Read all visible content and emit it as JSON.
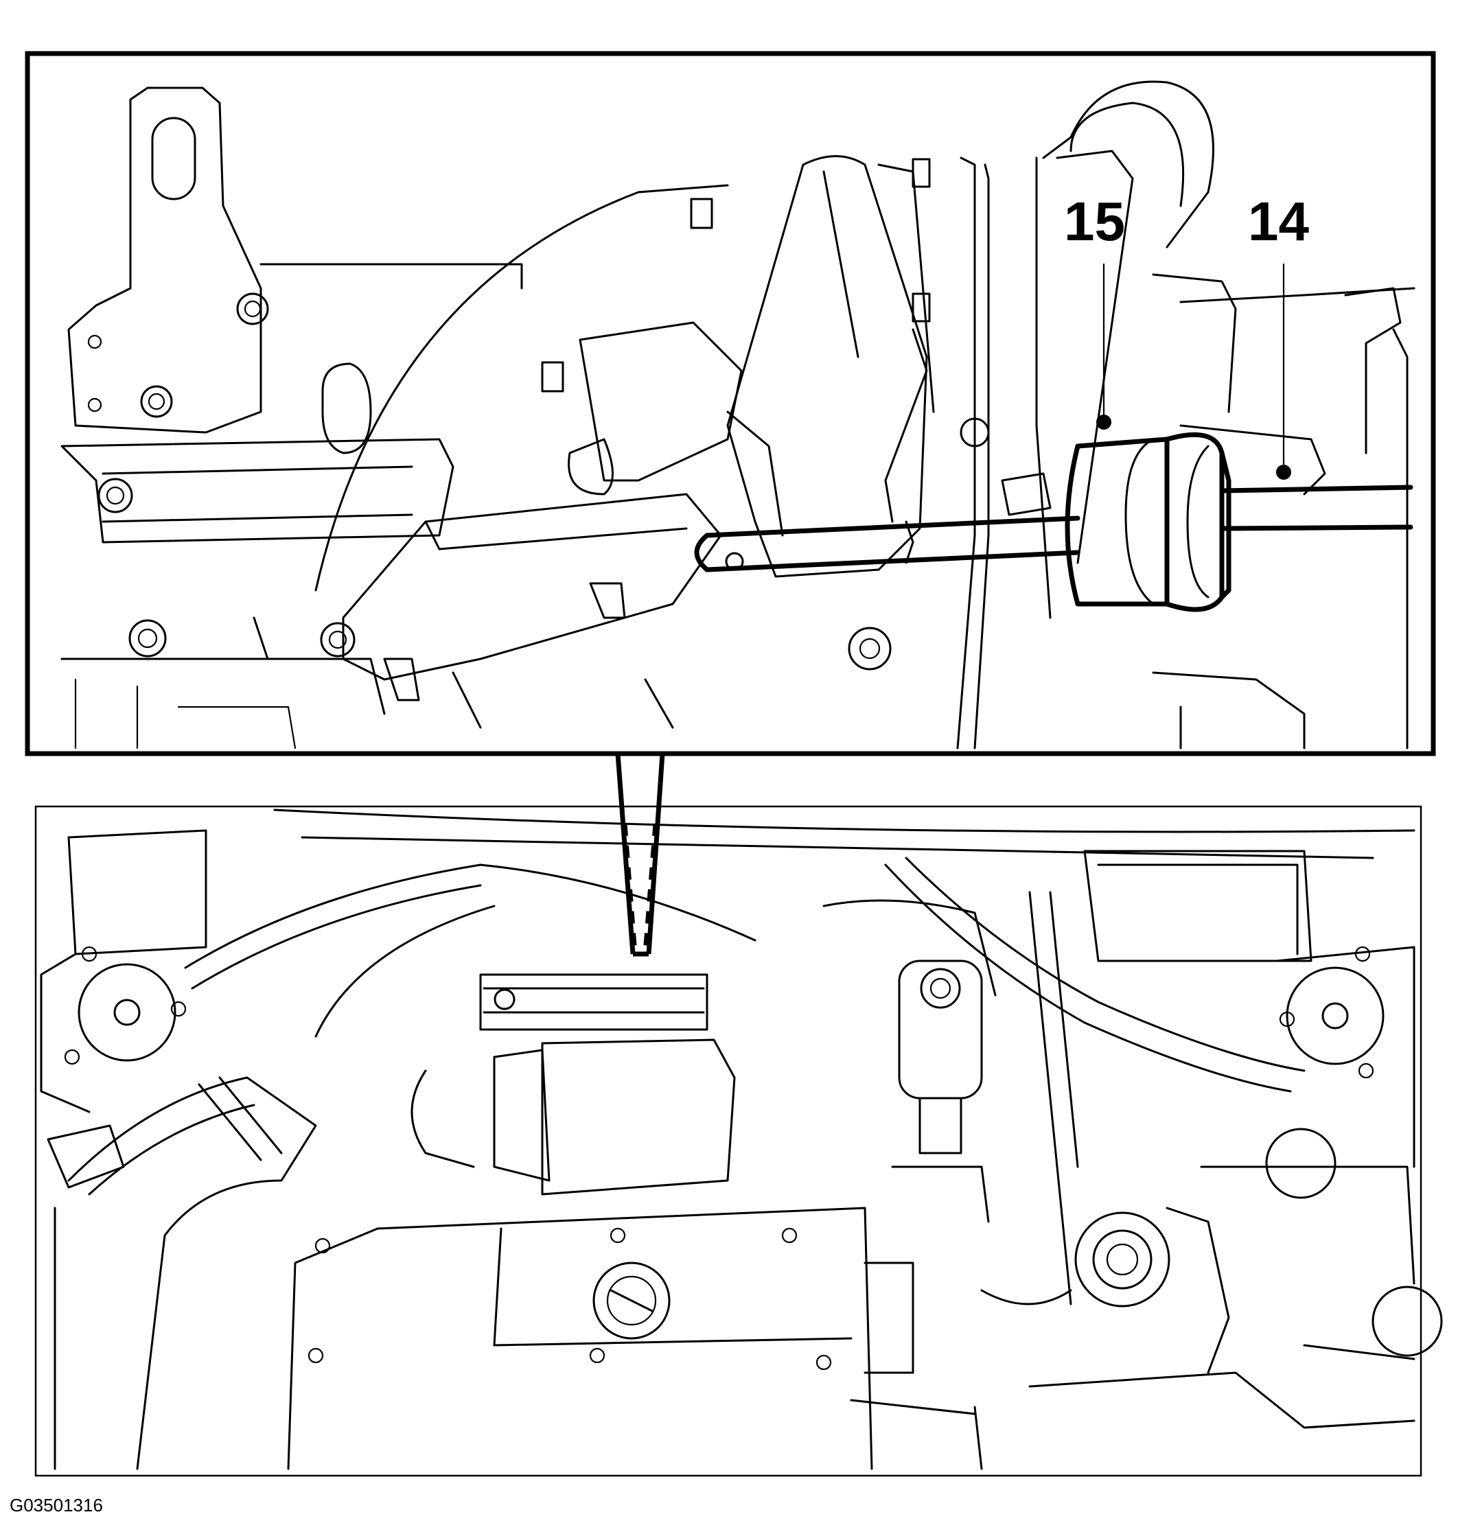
{
  "figure_code": "G03501316",
  "callouts": [
    {
      "id": "15",
      "label": "15"
    },
    {
      "id": "14",
      "label": "14"
    }
  ],
  "colors": {
    "line": "#000000",
    "background": "#ffffff"
  }
}
